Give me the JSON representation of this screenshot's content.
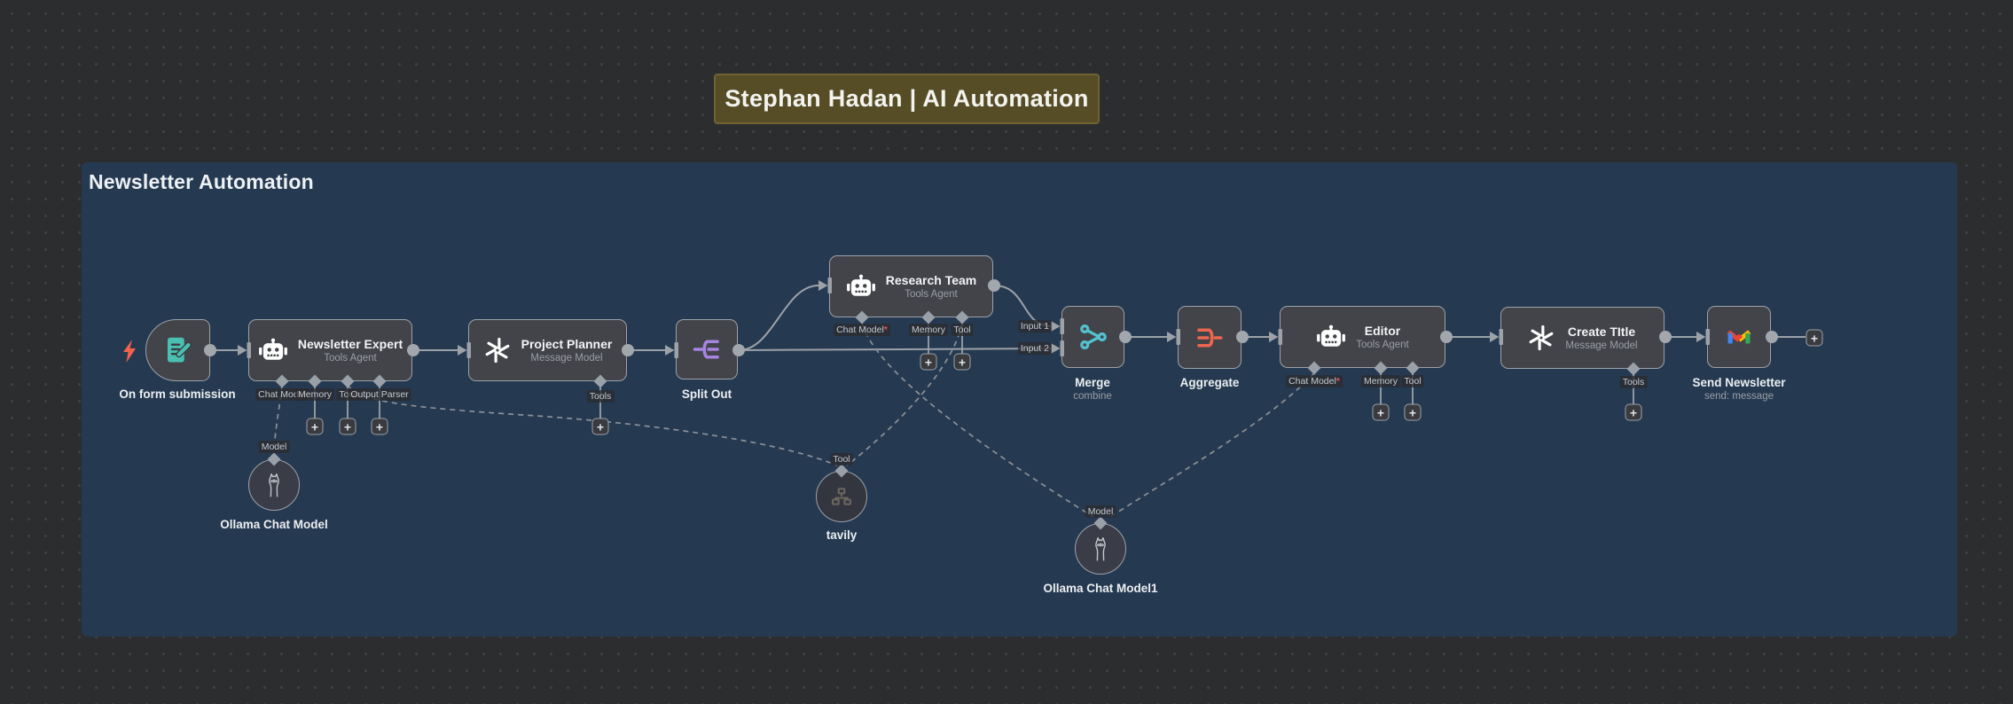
{
  "banner": {
    "title": "Stephan Hadan | AI Automation"
  },
  "frame": {
    "title": "Newsletter Automation"
  },
  "ui": {
    "plus": "+"
  },
  "port_labels": {
    "chat_model": "Chat Model",
    "memory": "Memory",
    "tool": "Tool",
    "tools": "Tools",
    "output_parser": "Output Parser",
    "model": "Model",
    "input_1": "Input 1",
    "input_2": "Input 2",
    "required_marker": "*"
  },
  "nodes": {
    "on_form_submission": {
      "label": "On form submission"
    },
    "newsletter_expert": {
      "title": "Newsletter Expert",
      "subtitle": "Tools Agent"
    },
    "project_planner": {
      "title": "Project Planner",
      "subtitle": "Message Model"
    },
    "split_out": {
      "label": "Split Out"
    },
    "research_team": {
      "title": "Research Team",
      "subtitle": "Tools Agent"
    },
    "merge": {
      "label": "Merge",
      "subtitle": "combine"
    },
    "aggregate": {
      "label": "Aggregate"
    },
    "editor": {
      "title": "Editor",
      "subtitle": "Tools Agent"
    },
    "create_title": {
      "title": "Create TItle",
      "subtitle": "Message Model"
    },
    "send_newsletter": {
      "label": "Send Newsletter",
      "subtitle": "send: message"
    },
    "ollama_chat_model": {
      "label": "Ollama Chat Model"
    },
    "tavily": {
      "label": "tavily"
    },
    "ollama_chat_model1": {
      "label": "Ollama Chat Model1"
    }
  },
  "colors": {
    "canvas_bg": "#2c2d2f",
    "frame_bg": "#253a51",
    "banner_bg": "#564d26",
    "node_bg": "#424449",
    "node_border": "#9da1a8",
    "edge": "#9da1a8",
    "trigger_bolt": "#f4614d",
    "form_icon": "#4ac0b2",
    "split_icon": "#a784e0",
    "merge_icon": "#53c1cf",
    "aggregate_icon": "#ec6650",
    "gmail_blue": "#4285f4",
    "gmail_red": "#ea4335",
    "gmail_yellow": "#fbbc04",
    "gmail_green": "#34a853",
    "required_asterisk": "#e3594e"
  }
}
